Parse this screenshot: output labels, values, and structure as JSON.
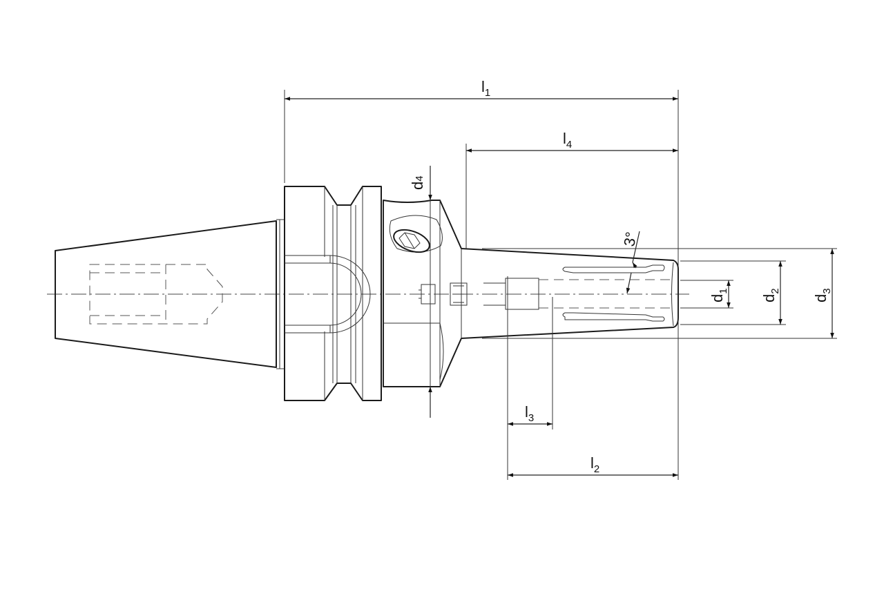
{
  "drawing": {
    "dimensions": {
      "l1": {
        "main": "l",
        "sub": "1"
      },
      "l2": {
        "main": "l",
        "sub": "2"
      },
      "l3": {
        "main": "l",
        "sub": "3"
      },
      "l4": {
        "main": "l",
        "sub": "4"
      },
      "d1": {
        "main": "d",
        "sub": "1"
      },
      "d2": {
        "main": "d",
        "sub": "2"
      },
      "d3": {
        "main": "d",
        "sub": "3"
      },
      "d4": {
        "main": "d",
        "sub": "4"
      },
      "angle": "3°"
    },
    "colors": {
      "line": "#1a1a1a",
      "background": "#ffffff"
    }
  }
}
